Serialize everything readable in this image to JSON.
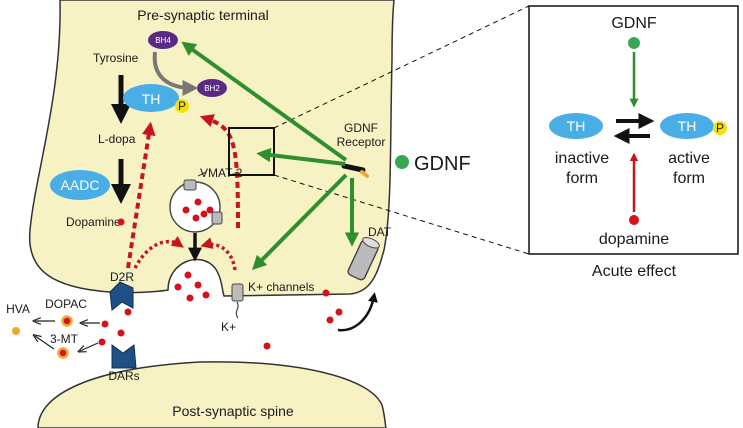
{
  "labels": {
    "presynaptic": "Pre-synaptic terminal",
    "postsynaptic": "Post-synaptic spine",
    "bh4": "BH4",
    "bh2": "BH2",
    "tyrosine": "Tyrosine",
    "th": "TH",
    "p": "P",
    "ldopa": "L-dopa",
    "aadc": "AADC",
    "dopamine": "Dopamine",
    "vmat2": "VMAT-2",
    "gdnf_receptor_line1": "GDNF",
    "gdnf_receptor_line2": "Receptor",
    "gdnf": "GDNF",
    "d2r": "D2R",
    "k_channels": "K+ channels",
    "k_ion": "K+",
    "dat": "DAT",
    "hva": "HVA",
    "dopac": "DOPAC",
    "three_mt": "3-MT",
    "dars": "DARs"
  },
  "inset": {
    "gdnf": "GDNF",
    "th_left": "TH",
    "th_right": "TH",
    "p": "P",
    "inactive_line1": "inactive",
    "inactive_line2": "form",
    "active_line1": "active",
    "active_line2": "form",
    "dopamine": "dopamine",
    "caption": "Acute effect"
  },
  "colors": {
    "terminal_fill": "#f7f2c4",
    "terminal_stroke": "#333333",
    "enzyme": "#4aaee6",
    "cofactor": "#5b2a86",
    "phosphate": "#f5e10a",
    "gdnf_arrow": "#2f8f2f",
    "gdnf_dot": "#3aa655",
    "dopamine_dot": "#d7111b",
    "feedback_arrow": "#c8151d",
    "receptor": "#1f4f85",
    "hva_dot": "#f0a830"
  }
}
